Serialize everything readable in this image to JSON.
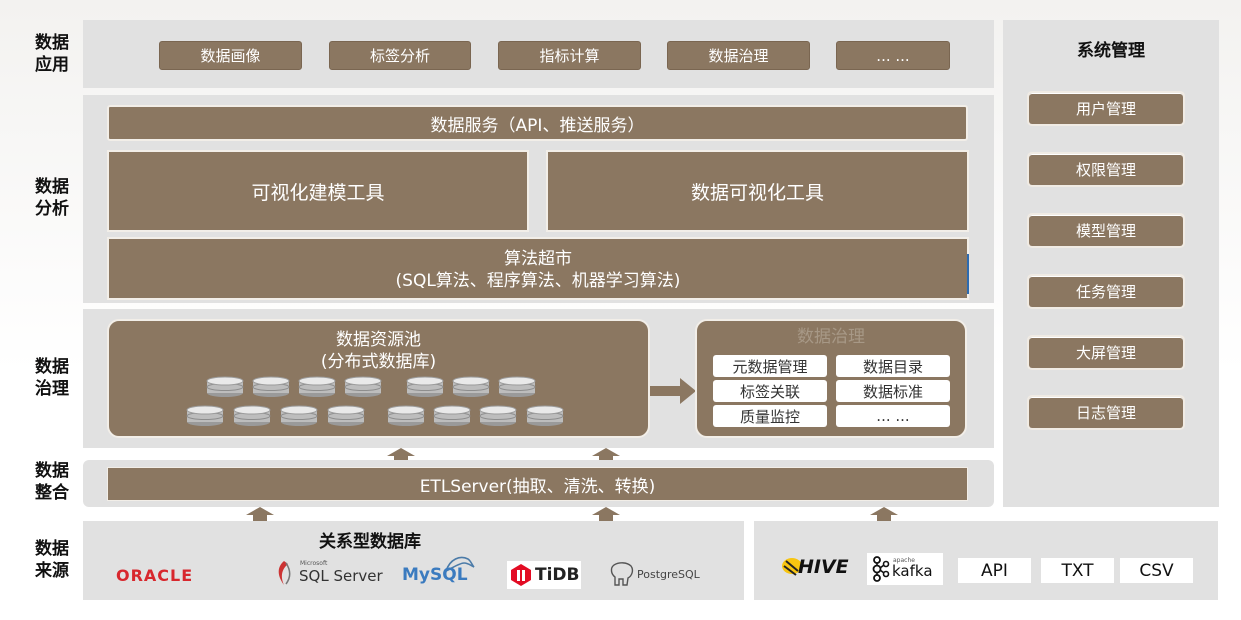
{
  "layers": {
    "app": "数据\n应用",
    "analysis": "数据\n分析",
    "governance": "数据\n治理",
    "integration": "数据\n整合",
    "source": "数据\n来源"
  },
  "app_buttons": [
    "数据画像",
    "标签分析",
    "指标计算",
    "数据治理",
    "... ..."
  ],
  "analysis": {
    "service": "数据服务（API、推送服务）",
    "modeling": "可视化建模工具",
    "visualization": "数据可视化工具",
    "algo_title": "算法超市",
    "algo_sub": "(SQL算法、程序算法、机器学习算法)"
  },
  "governance": {
    "pool_title": "数据资源池",
    "pool_sub": "(分布式数据库)",
    "gov_title": "数据治理",
    "items": [
      "元数据管理",
      "数据目录",
      "标签关联",
      "数据标准",
      "质量监控",
      "... ..."
    ]
  },
  "integration": {
    "etl": "ETLServer(抽取、清洗、转换)"
  },
  "source": {
    "rdb_title": "关系型数据库",
    "logos": {
      "oracle": "ORACLE",
      "sqlserver_small": "Microsoft",
      "sqlserver": "SQL Server",
      "mysql": "MySQL",
      "tidb": "TiDB",
      "postgres": "PostgreSQL",
      "hive": "HIVE",
      "kafka": "kafka",
      "kafka_small": "apache"
    },
    "others": [
      "API",
      "TXT",
      "CSV"
    ]
  },
  "system": {
    "title": "系统管理",
    "items": [
      "用户管理",
      "权限管理",
      "模型管理",
      "任务管理",
      "大屏管理",
      "日志管理"
    ]
  },
  "colors": {
    "brown": "#8b7761",
    "panel": "#e1e1e1"
  }
}
